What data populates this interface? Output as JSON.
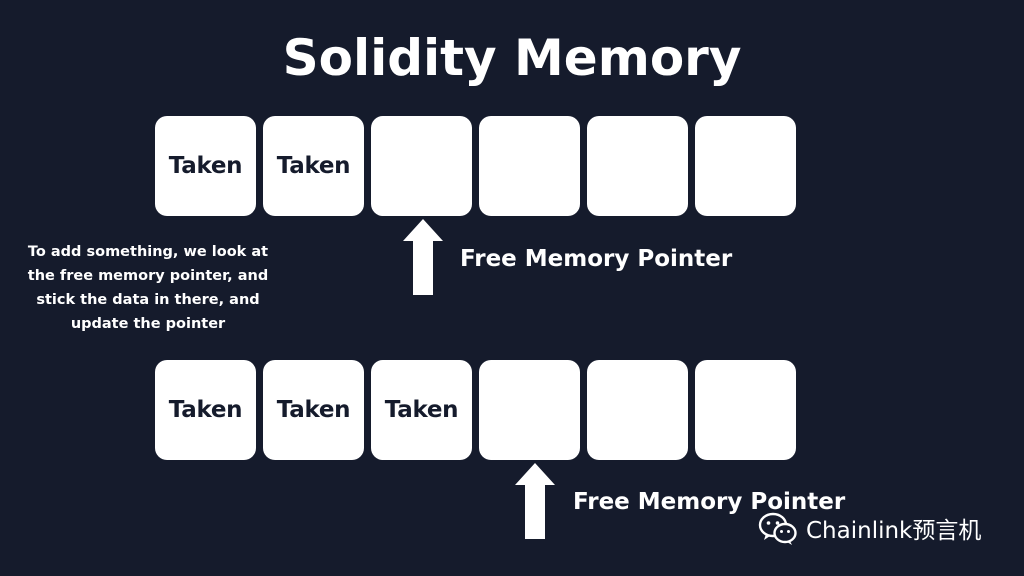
{
  "title": "Solidity Memory",
  "rows": [
    {
      "cells": [
        "Taken",
        "Taken",
        "",
        "",
        "",
        ""
      ],
      "pointer_slot": 3
    },
    {
      "cells": [
        "Taken",
        "Taken",
        "Taken",
        "",
        "",
        ""
      ],
      "pointer_slot": 4
    }
  ],
  "pointer_label_1": "Free Memory Pointer",
  "pointer_label_2": "Free Memory Pointer",
  "explanation_lines": [
    "To add something, we look at",
    "the free memory pointer, and",
    "stick the data in there, and",
    "update the pointer"
  ],
  "watermark": {
    "icon": "wechat-icon",
    "text": "Chainlink预言机"
  },
  "colors": {
    "background": "#151b2c",
    "cell": "#ffffff",
    "text": "#ffffff",
    "cell_text": "#151b2c"
  }
}
